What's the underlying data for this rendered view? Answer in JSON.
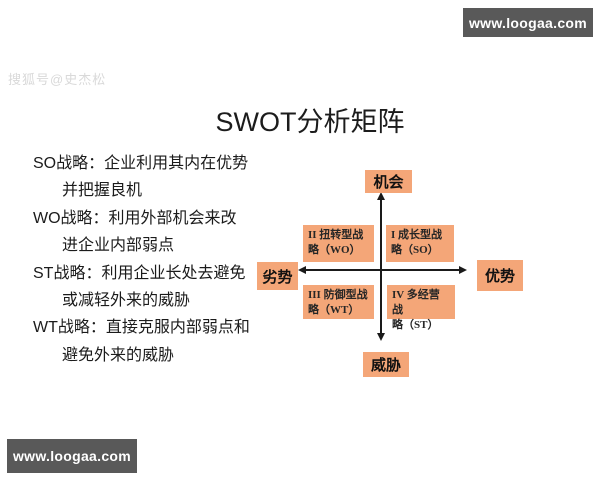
{
  "branding": {
    "top_bar": {
      "text": "www.loogaa.com",
      "bg_color": "#595959",
      "text_color": "#FFFFFF"
    },
    "bottom_bar": {
      "text": "www.loogaa.com",
      "bg_color": "#595959",
      "text_color": "#FFFFFF"
    },
    "author_watermark": "搜狐号@史杰松"
  },
  "title": "SWOT分析矩阵",
  "definitions": {
    "items": [
      {
        "line1": "SO战略：企业利用其内在优势",
        "line2": "并把握良机"
      },
      {
        "line1": "WO战略：利用外部机会来改",
        "line2": "进企业内部弱点"
      },
      {
        "line1": "ST战略：利用企业长处去避免",
        "line2": "或减轻外来的威胁"
      },
      {
        "line1": "WT战略：直接克服内部弱点和",
        "line2": "避免外来的威胁"
      }
    ]
  },
  "matrix": {
    "axis_labels": {
      "top": "机会",
      "bottom": "威胁",
      "left": "劣势",
      "right": "优势"
    },
    "quadrants": [
      {
        "position": "top-left",
        "line1": "II 扭转型战",
        "line2": "略（WO）"
      },
      {
        "position": "top-right",
        "line1": "I 成长型战",
        "line2": "略（SO）"
      },
      {
        "position": "bottom-left",
        "line1": "III 防御型战",
        "line2": "略（WT）"
      },
      {
        "position": "bottom-right",
        "line1": "IV 多经营战",
        "line2": "略（ST）"
      }
    ],
    "colors": {
      "box_fill": "#F4A678",
      "axis_line": "#1A1A1A",
      "label_text": "#111111"
    }
  }
}
